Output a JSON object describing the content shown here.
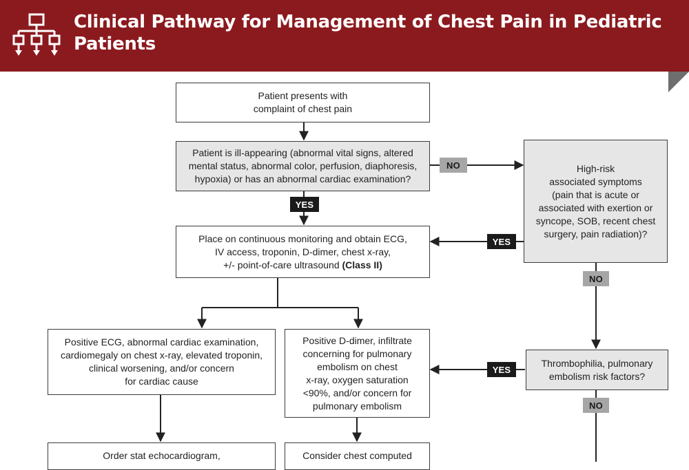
{
  "header": {
    "title": "Clinical Pathway for Management of Chest Pain in Pediatric Patients",
    "accent_color": "#8b1a1e",
    "icon": "flowchart-icon"
  },
  "boxes": {
    "presents": "Patient presents with\ncomplaint of chest pain",
    "ill_appearing": "Patient is ill-appearing (abnormal vital signs, altered\nmental status, abnormal color, perfusion, diaphoresis,\nhypoxia) or has an abnormal cardiac examination?",
    "monitoring": "Place on continuous monitoring and obtain ECG,\nIV access, troponin, D-dimer, chest x-ray,\n+/- point-of-care ultrasound ",
    "monitoring_class": "(Class II)",
    "high_risk": "High-risk\nassociated symptoms\n(pain that is acute or\nassociated with exertion or\nsyncope, SOB, recent chest\nsurgery, pain radiation)?",
    "cardiac_cause": "Positive ECG, abnormal cardiac examination,\ncardiomegaly on chest x-ray, elevated troponin,\nclinical worsening, and/or concern\nfor cardiac cause",
    "pe_concern": "Positive D-dimer, infiltrate\nconcerning for pulmonary\nembolism on chest\nx-ray, oxygen saturation\n<90%, and/or concern for\npulmonary embolism",
    "thrombophilia": "Thrombophilia, pulmonary\nembolism risk factors?",
    "echo": "Order stat echocardiogram,",
    "ct": "Consider chest computed"
  },
  "tags": {
    "yes": "YES",
    "no": "NO"
  }
}
